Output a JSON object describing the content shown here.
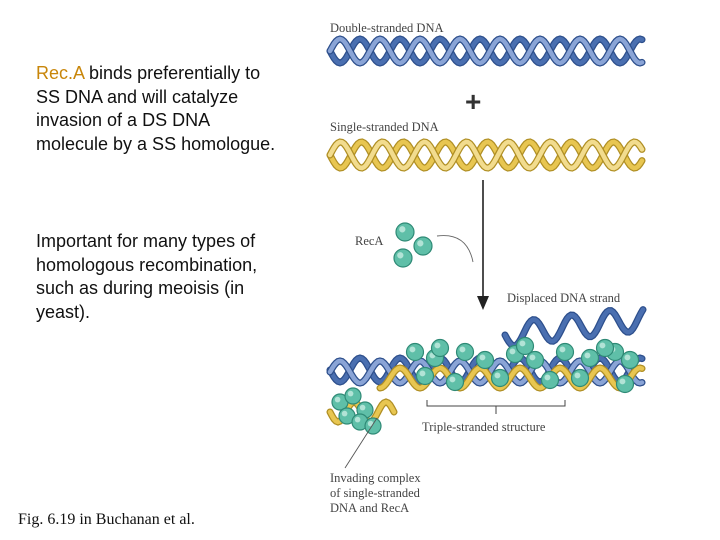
{
  "text": {
    "para1_reca": "Rec.A",
    "para1_rest": " binds preferentially to SS DNA and will catalyze invasion of a DS DNA molecule by a SS homologue.",
    "para2": "Important for many types of homologous recombination, such as during meoisis (in yeast).",
    "caption": "Fig. 6.19 in Buchanan et al."
  },
  "figure": {
    "label_double_stranded": "Double-stranded DNA",
    "plus": "+",
    "label_single_stranded": "Single-stranded DNA",
    "label_reca": "RecA",
    "label_displaced": "Displaced DNA strand",
    "label_triple": "Triple-stranded structure",
    "label_invading": [
      "Invading complex",
      "of single-stranded",
      "DNA and RecA"
    ],
    "colors": {
      "blue_strand": "#4a6fb0",
      "blue_dark": "#2d4f8c",
      "yellow_strand": "#e8c651",
      "yellow_dark": "#b08f24",
      "protein": "#5fbfa8",
      "protein_dark": "#2f8a76"
    }
  }
}
